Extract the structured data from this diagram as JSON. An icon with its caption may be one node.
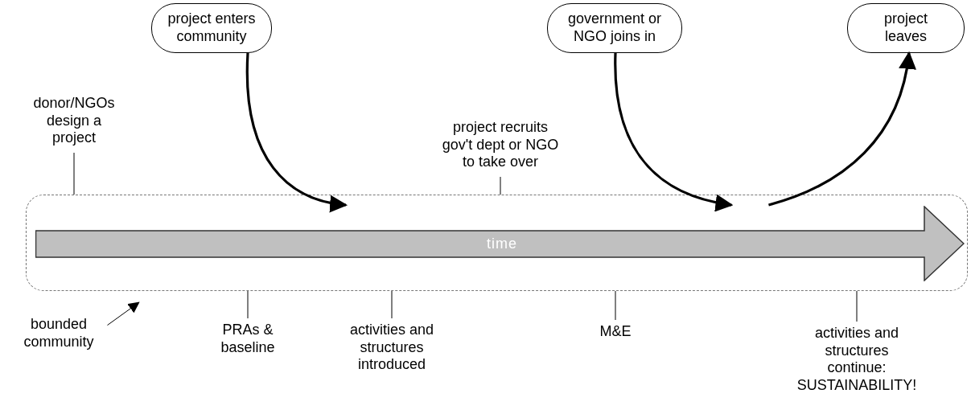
{
  "diagram": {
    "nodes": [
      {
        "text": [],
        "shape": "box"
      },
      {
        "text": [
          "time"
        ],
        "in": 0
      },
      {
        "text": [
          "project enters community"
        ]
      },
      {
        "text": [
          "government or NGO joins in"
        ]
      },
      {
        "text": [
          "project leaves"
        ]
      },
      {
        "text": [
          "bounded community"
        ]
      },
      {
        "text": [
          "donor/NGOs design a project"
        ]
      },
      {
        "text": [
          "project recruits gov't dept or NGO to take over"
        ]
      },
      {
        "text": [
          "PRAs & baseline"
        ]
      },
      {
        "text": [
          "activities and structures introduced"
        ]
      },
      {
        "text": [
          "M&E"
        ]
      },
      {
        "text": [
          "activities and structures continue: SUSTAINABILITY!"
        ]
      }
    ],
    "edges": [
      {
        "from": 2,
        "to": 1,
        "arrow": "to",
        "style": "thick"
      },
      {
        "from": 3,
        "to": 1,
        "arrow": "to",
        "style": "thick"
      },
      {
        "from": 1,
        "to": 4,
        "arrow": "to",
        "style": "thick"
      },
      {
        "from": 5,
        "to": 0,
        "arrow": "to"
      },
      {
        "from": 6,
        "to": 0,
        "arrow": "none"
      },
      {
        "from": 7,
        "to": 0,
        "arrow": "none"
      },
      {
        "from": 8,
        "to": 0,
        "arrow": "none"
      },
      {
        "from": 9,
        "to": 0,
        "arrow": "none"
      },
      {
        "from": 10,
        "to": 0,
        "arrow": "none"
      },
      {
        "from": 11,
        "to": 0,
        "arrow": "none"
      }
    ]
  }
}
